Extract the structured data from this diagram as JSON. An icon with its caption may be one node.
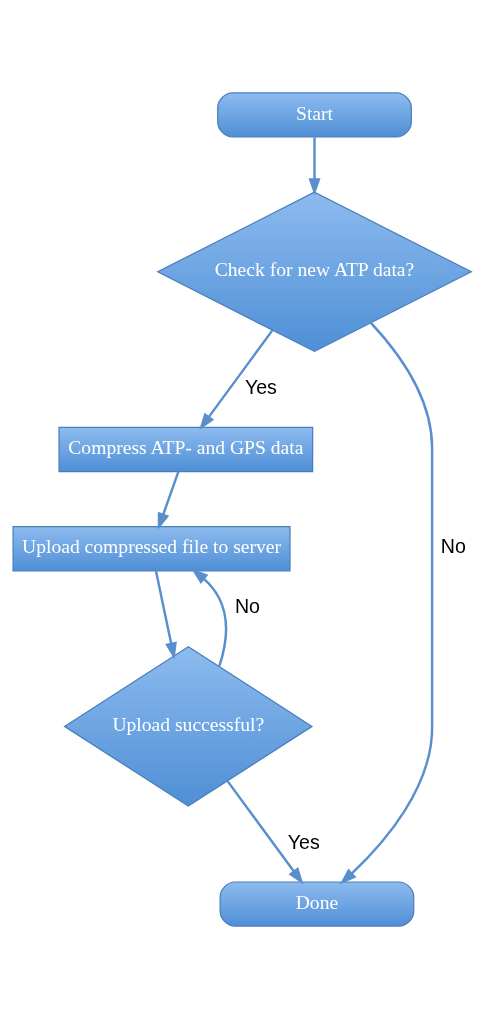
{
  "diagram": {
    "nodes": [
      {
        "text": [
          "Start"
        ]
      },
      {
        "text": [
          "Check for new ATP data?"
        ]
      },
      {
        "text": [
          "Compress ATP- and GPS data"
        ]
      },
      {
        "text": [
          "Upload compressed file to server"
        ]
      },
      {
        "text": [
          "Upload successful?"
        ]
      },
      {
        "text": [
          "Done"
        ]
      }
    ],
    "edges": [
      {
        "from": 0,
        "to": 1,
        "arrow": "to"
      },
      {
        "from": 1,
        "to": 2,
        "arrow": "to",
        "label": "Yes"
      },
      {
        "from": 1,
        "to": 5,
        "arrow": "to",
        "label": "No"
      },
      {
        "from": 2,
        "to": 3,
        "arrow": "to"
      },
      {
        "from": 3,
        "to": 4,
        "arrow": "to"
      },
      {
        "from": 4,
        "to": 3,
        "arrow": "to",
        "label": "No"
      },
      {
        "from": 4,
        "to": 5,
        "arrow": "to",
        "label": "Yes"
      }
    ]
  }
}
